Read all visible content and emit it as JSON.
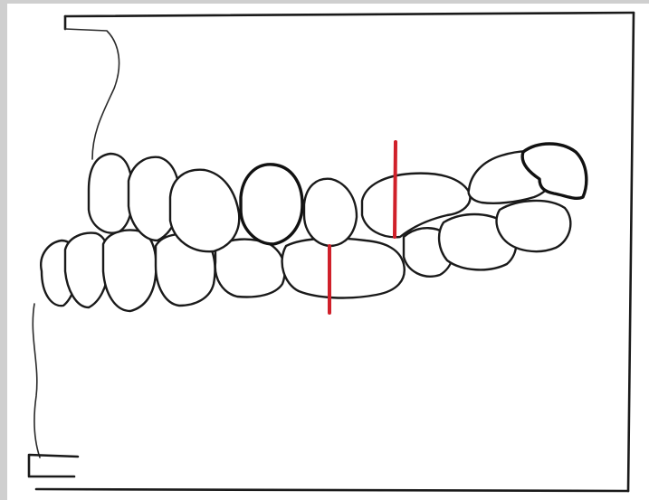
{
  "diagram": {
    "subject": "dental-occlusion-lateral-view",
    "colors": {
      "ink": "#1a1a1a",
      "reference_line": "#d0202a",
      "background": "#ffffff"
    },
    "reference_lines": [
      {
        "name": "upper-reference-line",
        "jaw": "maxillary"
      },
      {
        "name": "lower-reference-line",
        "jaw": "mandibular"
      }
    ]
  }
}
